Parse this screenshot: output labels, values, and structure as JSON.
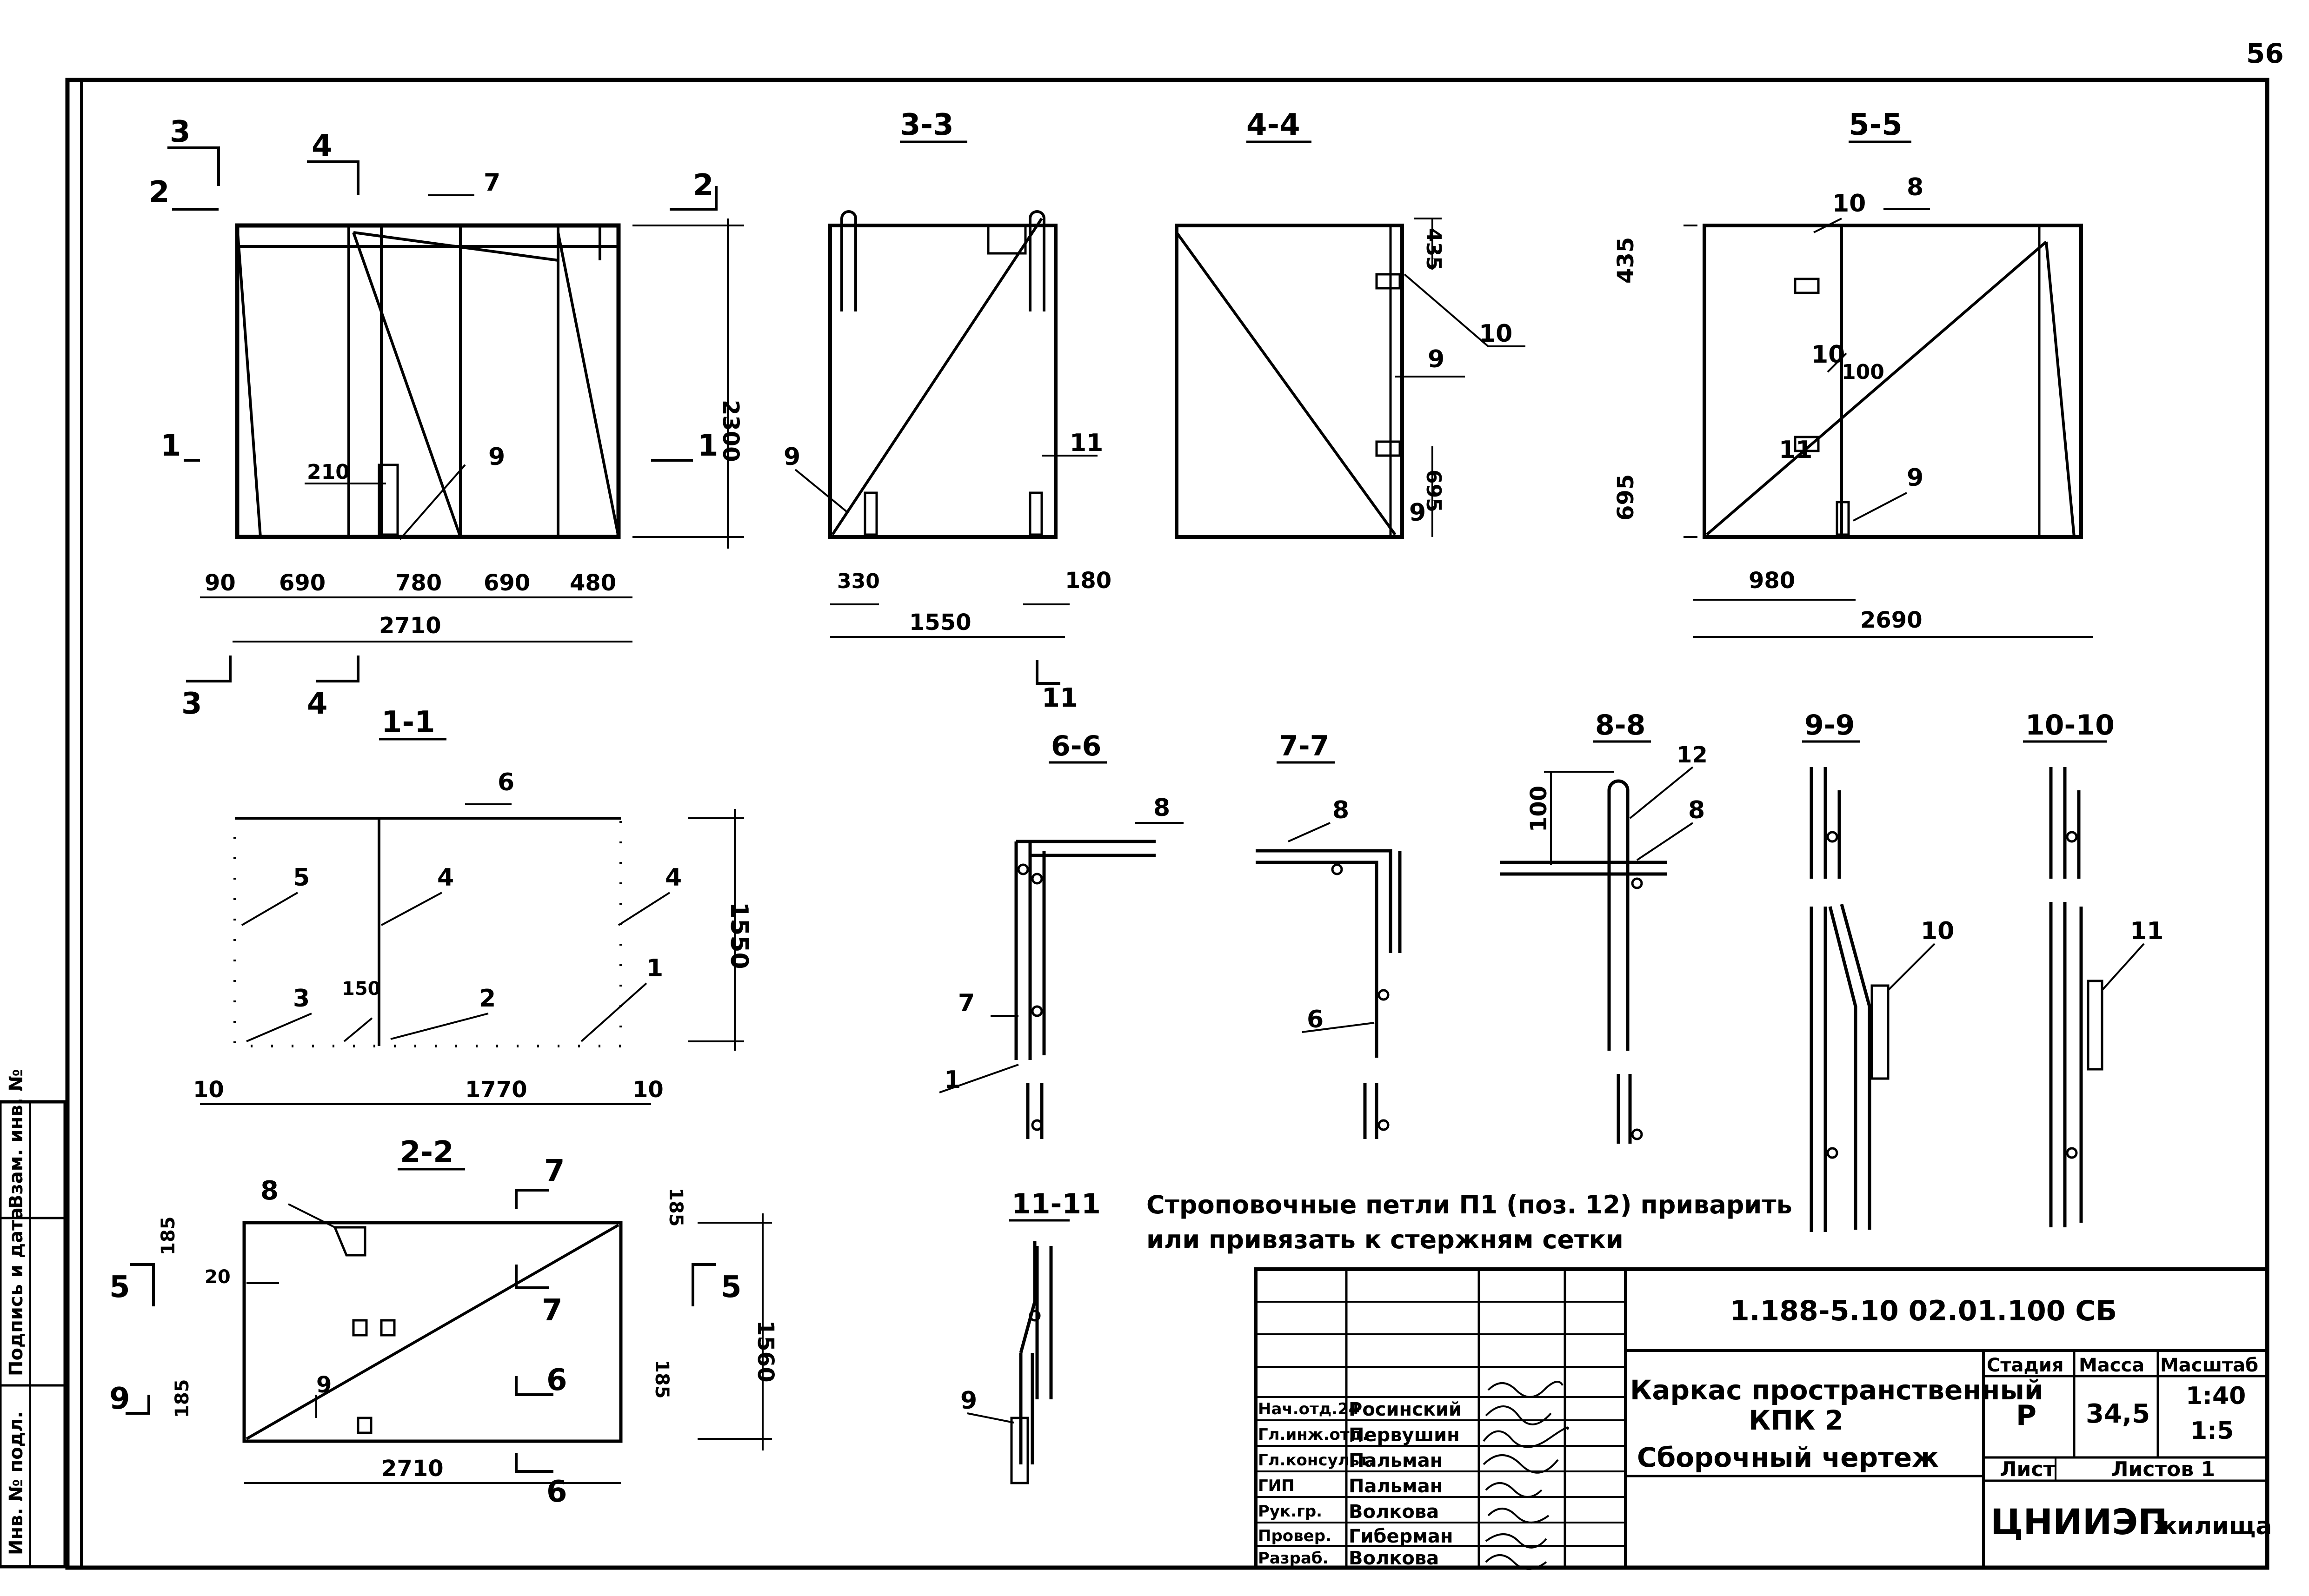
{
  "page_number": "56",
  "sections": {
    "s33": "3-3",
    "s44": "4-4",
    "s55": "5-5",
    "s11": "1-1",
    "s22": "2-2",
    "s66": "6-6",
    "s77": "7-7",
    "s88": "8-8",
    "s99": "9-9",
    "s1010": "10-10",
    "s1111": "11-11"
  },
  "main_view": {
    "cut_marks": [
      "3",
      "2",
      "4",
      "2",
      "1",
      "1",
      "3",
      "4"
    ],
    "callouts": [
      "7",
      "210",
      "9"
    ],
    "dims": [
      "90",
      "690",
      "780",
      "690",
      "480",
      "2710",
      "2300"
    ]
  },
  "view_33": {
    "callouts": [
      "9",
      "11"
    ],
    "dims": [
      "330",
      "180",
      "1550"
    ],
    "cut": "11"
  },
  "view_44": {
    "callouts": [
      "10",
      "9",
      "9"
    ],
    "dims": [
      "435",
      "695"
    ]
  },
  "view_55": {
    "callouts": [
      "8",
      "10",
      "10",
      "100",
      "11",
      "9"
    ],
    "dims": [
      "435",
      "695",
      "980",
      "2690"
    ]
  },
  "view_11": {
    "callouts": [
      "6",
      "5",
      "4",
      "4",
      "3",
      "150",
      "2",
      "1"
    ],
    "dims": [
      "1550",
      "10",
      "1770",
      "10"
    ]
  },
  "view_22": {
    "callouts": [
      "8",
      "7",
      "7",
      "6",
      "6",
      "9",
      "5",
      "5",
      "9"
    ],
    "dims": [
      "185",
      "20",
      "185",
      "185",
      "185",
      "1560",
      "2710"
    ]
  },
  "detail_66": {
    "callouts": [
      "8",
      "7",
      "1"
    ]
  },
  "detail_77": {
    "callouts": [
      "8",
      "6"
    ]
  },
  "detail_88": {
    "callouts": [
      "12",
      "8"
    ],
    "dims": [
      "100"
    ]
  },
  "detail_99": {
    "callouts": [
      "10"
    ]
  },
  "detail_1010": {
    "callouts": [
      "11"
    ]
  },
  "detail_1111": {
    "callouts": [
      "9"
    ]
  },
  "note": {
    "line1": "Строповочные петли П1 (поз. 12) приварить",
    "line2": "или привязать к стержням сетки"
  },
  "title_block": {
    "doc_code": "1.188-5.10   02.01.100 СБ",
    "title_line1": "Каркас пространственный",
    "title_line2": "КПК 2",
    "title_line3": "Сборочный чертеж",
    "col_stage": "Стадия",
    "col_mass": "Масса",
    "col_scale": "Масштаб",
    "stage": "Р",
    "mass": "34,5",
    "scale1": "1:40",
    "scale2": "1:5",
    "sheet_label": "Лист",
    "sheets_label": "Листов 1",
    "org": "ЦНИИЭП",
    "org_suffix": "жилища",
    "roles": [
      {
        "role": "Нач.отд.24",
        "name": "Росинский"
      },
      {
        "role": "Гл.инж.отд.",
        "name": "Первушин"
      },
      {
        "role": "Гл.консульт.",
        "name": "Пальман"
      },
      {
        "role": "ГИП",
        "name": "Пальман"
      },
      {
        "role": "Рук.гр.",
        "name": "Волкова"
      },
      {
        "role": "Провер.",
        "name": "Гиберман"
      },
      {
        "role": "Разраб.",
        "name": "Волкова"
      }
    ]
  },
  "side_stamp": {
    "field1": "Инв. № подл.",
    "field2": "Подпись и дата",
    "field3": "Взам. инв. №"
  }
}
